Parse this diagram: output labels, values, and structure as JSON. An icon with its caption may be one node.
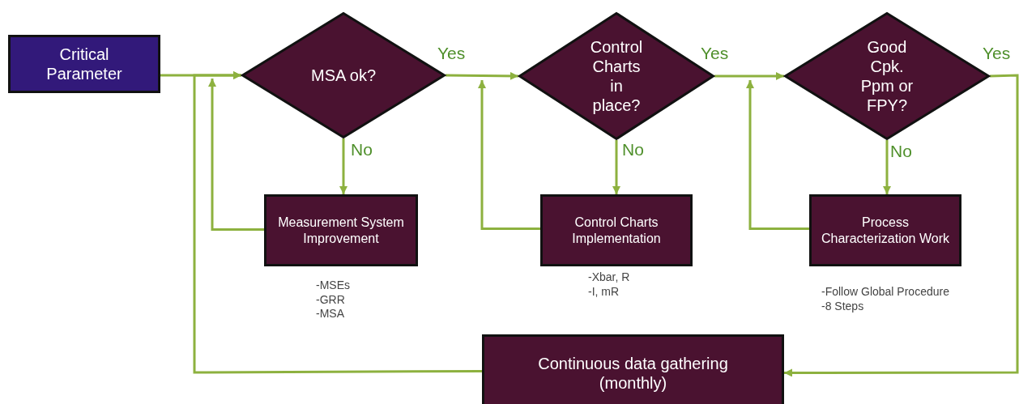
{
  "diagram": {
    "nodes": [
      {
        "text": [
          "Critical Parameter"
        ]
      },
      {
        "text": [
          "MSA ok?"
        ]
      },
      {
        "text": [
          "Control Charts in place?"
        ]
      },
      {
        "text": [
          "Good Cpk. Ppm or FPY?"
        ]
      },
      {
        "text": [
          "Measurement System Improvement"
        ],
        "beside": [
          "-MSEs",
          "-GRR",
          "-MSA"
        ]
      },
      {
        "text": [
          "Control Charts Implementation"
        ],
        "beside": [
          "-Xbar, R",
          "-I, mR"
        ]
      },
      {
        "text": [
          "Process Characterization Work"
        ],
        "beside": [
          "-Follow Global Procedure",
          "-8 Steps"
        ]
      },
      {
        "text": [
          "Continuous data gathering (monthly)"
        ]
      }
    ],
    "edges": [
      {
        "from": 0,
        "to": 1,
        "arrow": "to"
      },
      {
        "from": 1,
        "to": 2,
        "arrow": "to",
        "label": "Yes"
      },
      {
        "from": 2,
        "to": 3,
        "arrow": "to",
        "label": "Yes"
      },
      {
        "from": 3,
        "to": 7,
        "arrow": "to",
        "label": "Yes"
      },
      {
        "from": 1,
        "to": 4,
        "arrow": "to",
        "label": "No"
      },
      {
        "from": 2,
        "to": 5,
        "arrow": "to",
        "label": "No"
      },
      {
        "from": 3,
        "to": 6,
        "arrow": "to",
        "label": "No"
      },
      {
        "from": 4,
        "to": 1,
        "arrow": "to"
      },
      {
        "from": 5,
        "to": 2,
        "arrow": "to"
      },
      {
        "from": 6,
        "to": 3,
        "arrow": "to"
      },
      {
        "from": 7,
        "to": 1,
        "arrow": "to"
      }
    ]
  }
}
